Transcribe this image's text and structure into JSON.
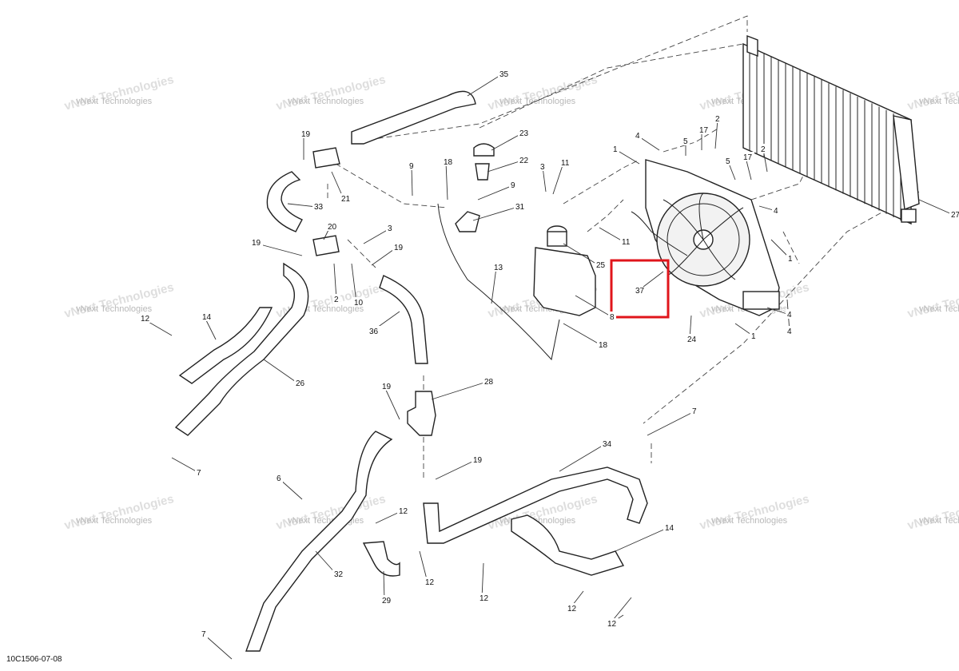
{
  "reference_code": "10C1506-07-08",
  "watermark": "vNext Technologies",
  "highlight_color": "#e0151b",
  "highlighted_part": "37",
  "callouts": [
    "35",
    "19",
    "21",
    "33",
    "20",
    "19",
    "3",
    "19",
    "2",
    "10",
    "36",
    "9",
    "18",
    "22",
    "9",
    "31",
    "23",
    "3",
    "11",
    "13",
    "25",
    "8",
    "18",
    "12",
    "14",
    "26",
    "7",
    "28",
    "19",
    "6",
    "19",
    "34",
    "12",
    "12",
    "12",
    "29",
    "32",
    "7",
    "14",
    "12",
    "12",
    "1",
    "4",
    "5",
    "17",
    "2",
    "17",
    "5",
    "2",
    "4",
    "11",
    "1",
    "4",
    "4",
    "24",
    "1",
    "27",
    "37",
    "7",
    "12"
  ]
}
